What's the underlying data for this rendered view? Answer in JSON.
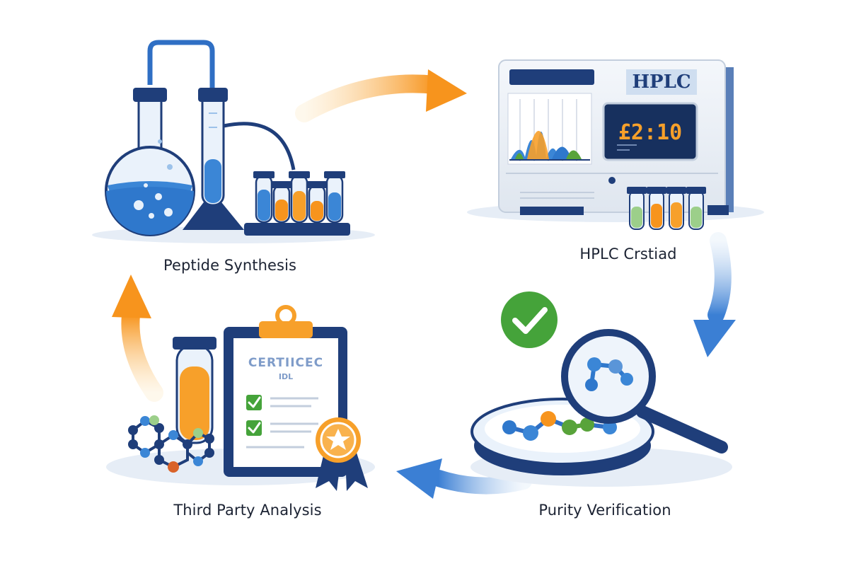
{
  "steps": {
    "peptide_synthesis": "Peptide Synthesis",
    "hplc": "HPLC Crstiad",
    "purity_verification": "Purity Verification",
    "third_party_analysis": "Third Party Analysis"
  },
  "hplc_machine": {
    "badge": "HPLC",
    "display": "£2:10"
  },
  "certificate": {
    "title": "CERTIICEC",
    "subtitle": "IDL"
  },
  "colors": {
    "navy": "#1f3e7a",
    "blue": "#3d7fd0",
    "light_blue": "#cfe0f4",
    "orange": "#f7a02a",
    "green": "#58a33a"
  }
}
